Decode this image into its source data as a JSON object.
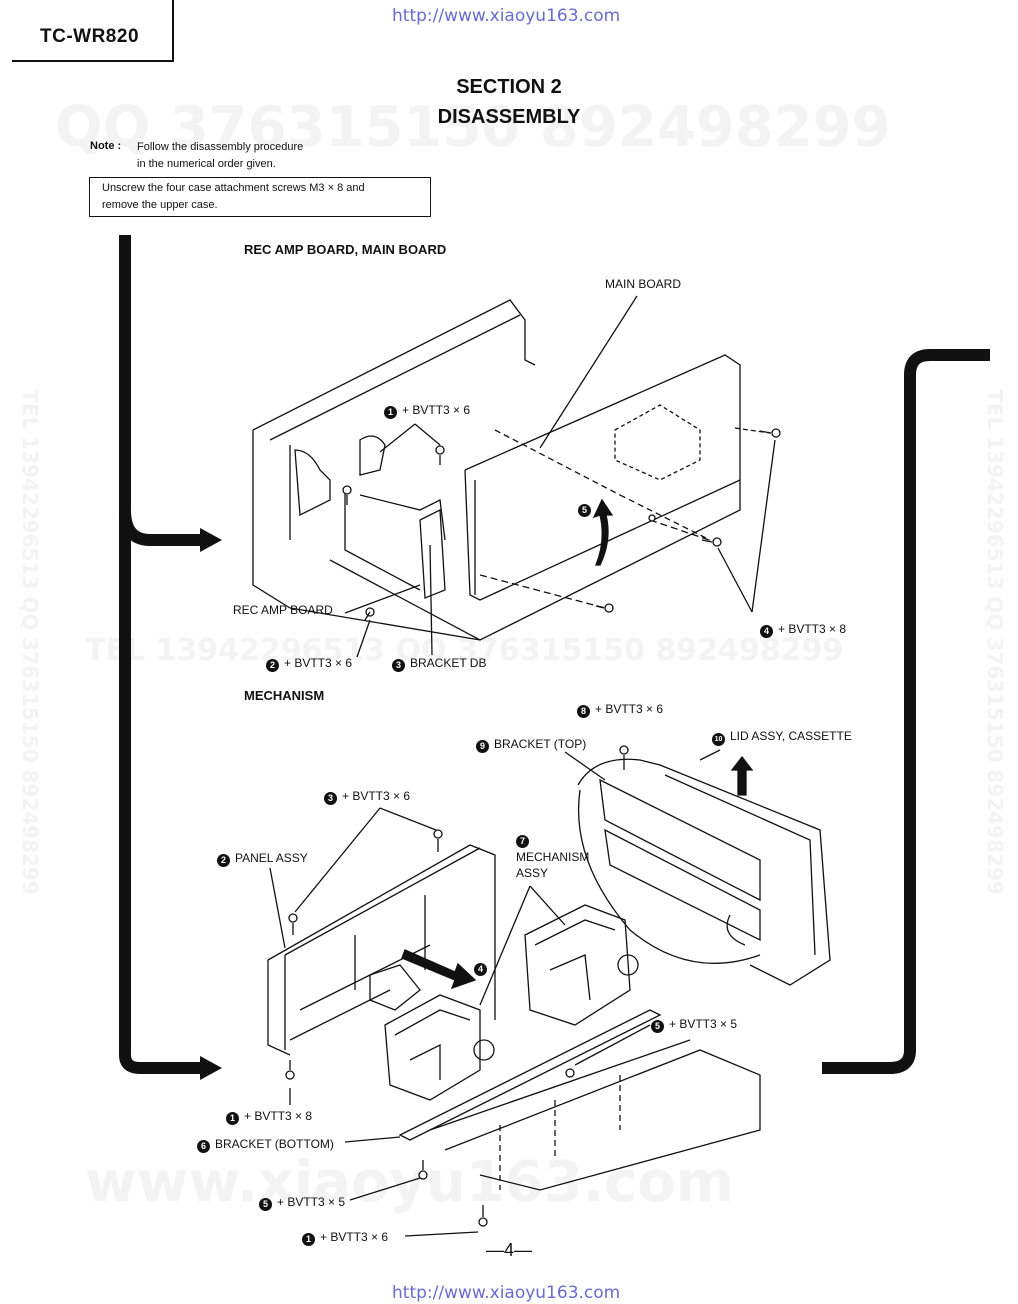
{
  "url_text": "http://www.xiaoyu163.com",
  "model": "TC-WR820",
  "section_title": "SECTION 2",
  "section_subtitle": "DISASSEMBLY",
  "note_label": "Note :",
  "note_line1": "Follow the disassembly procedure",
  "note_line2": "in the numerical order given.",
  "instruction_line1": "Unscrew the four case attachment screws M3 × 8 and",
  "instruction_line2": "remove the upper case.",
  "watermarks": {
    "qq_top": "QQ 376315150  892498299",
    "tel_mid": "TEL 13942296513  QQ 376315150  892498299",
    "tel_side": "TEL 13942296513  QQ 376315150  892498299",
    "www_bottom": "www.xiaoyu163.com"
  },
  "section1": {
    "heading": "REC AMP BOARD, MAIN BOARD",
    "labels": {
      "main_board": "MAIN BOARD",
      "step1_num": "1",
      "step1": "+ BVTT3 × 6",
      "step5_num": "5",
      "rec_amp_board": "REC AMP BOARD",
      "step4_num": "4",
      "step4": "+ BVTT3 × 8",
      "step2_num": "2",
      "step2": "+ BVTT3 × 6",
      "step3_num": "3",
      "step3": "BRACKET DB"
    }
  },
  "section2": {
    "heading": "MECHANISM",
    "labels": {
      "step8_num": "8",
      "step8": "+ BVTT3 × 6",
      "step9_num": "9",
      "step9": "BRACKET (TOP)",
      "step10_num": "10",
      "step10": "LID ASSY, CASSETTE",
      "step3_num": "3",
      "step3": "+ BVTT3 × 6",
      "step2_num": "2",
      "step2": "PANEL ASSY",
      "step7_num": "7",
      "step7_a": "MECHANISM",
      "step7_b": "ASSY",
      "step4_num": "4",
      "step5a_num": "5",
      "step5a": "+ BVTT3 × 5",
      "step1a_num": "1",
      "step1a": "+ BVTT3 × 8",
      "step6_num": "6",
      "step6": "BRACKET (BOTTOM)",
      "step5b_num": "5",
      "step5b": "+ BVTT3 × 5",
      "step1b_num": "1",
      "step1b": "+ BVTT3 × 6"
    }
  },
  "page_number": "—4—"
}
